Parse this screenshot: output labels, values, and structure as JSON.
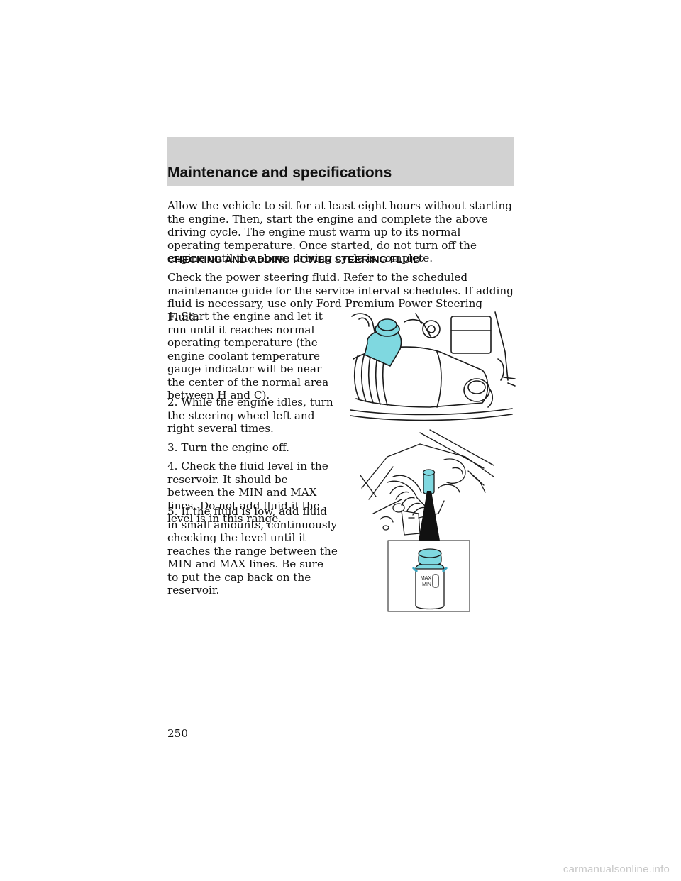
{
  "header": {
    "title": "Maintenance and specifications"
  },
  "intro_paragraph": "Allow the vehicle to sit for at least eight hours without starting the engine. Then, start the engine and complete the above driving cycle. The engine must warm up to its normal operating temperature. Once started, do not turn off the engine until the above driving cycle is complete.",
  "section_heading": "CHECKING AND ADDING POWER STEERING FLUID",
  "section_paragraph": "Check the power steering fluid. Refer to the scheduled maintenance guide for the service interval schedules. If adding fluid is necessary, use only Ford Premium Power Steering Fluid.",
  "steps": [
    "1. Start the engine and let it run until it reaches normal operating temperature (the engine coolant temperature gauge indicator will be near the center of the normal area between H and C).",
    "2. While the engine idles, turn the steering wheel left and right several times.",
    "3. Turn the engine off.",
    "4. Check the fluid level in the reservoir. It should be between the MIN and MAX lines. Do not add fluid if the level is in this range.",
    "5. If the fluid is low, add fluid in small amounts, continuously checking the level until it reaches the range between the MIN and MAX lines. Be sure to put the cap back on the reservoir."
  ],
  "figure2": {
    "max_label": "MAX",
    "min_label": "MIN"
  },
  "colors": {
    "highlight": "#7fd8e0",
    "header_band": "#d2d2d2"
  },
  "page_number": "250",
  "watermark": "carmanualsonline.info"
}
